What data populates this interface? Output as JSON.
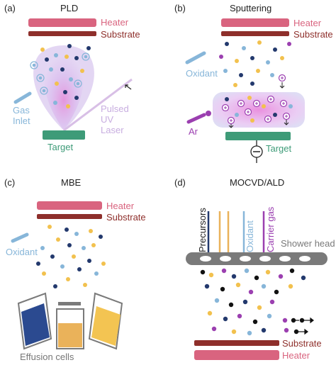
{
  "colors": {
    "heater": "#d9647f",
    "substrate": "#8e2f2b",
    "target": "#3e9b78",
    "navy": "#23396d",
    "light_blue": "#87b6d9",
    "yellow": "#f2c14e",
    "purple": "#9b3fb0",
    "pink": "#e58ad8",
    "grey_text": "#9a9a9a",
    "head": "#7a7a7a",
    "cell_blue": "#2b4a90",
    "cell_orange": "#eab25a",
    "cell_yellow": "#f3c452"
  },
  "panels": {
    "pld": {
      "tag": "(a)",
      "title": "PLD",
      "heater": "Heater",
      "substrate": "Substrate",
      "target": "Target",
      "gas_inlet": [
        "Gas",
        "Inlet"
      ],
      "laser": [
        "Pulsed",
        "UV",
        "Laser"
      ]
    },
    "sputtering": {
      "tag": "(b)",
      "title": "Sputtering",
      "heater": "Heater",
      "substrate": "Substrate",
      "oxidant": "Oxidant",
      "ar": "Ar",
      "target": "Target"
    },
    "mbe": {
      "tag": "(c)",
      "title": "MBE",
      "heater": "Heater",
      "substrate": "Substrate",
      "oxidant": "Oxidant",
      "effusion": "Effusion cells"
    },
    "mocvd": {
      "tag": "(d)",
      "title": "MOCVD/ALD",
      "precursors": "Precursors",
      "oxidant": "Oxidant",
      "carrier": "Carrier gas",
      "shower": "Shower head",
      "substrate": "Substrate",
      "heater": "Heater"
    }
  }
}
